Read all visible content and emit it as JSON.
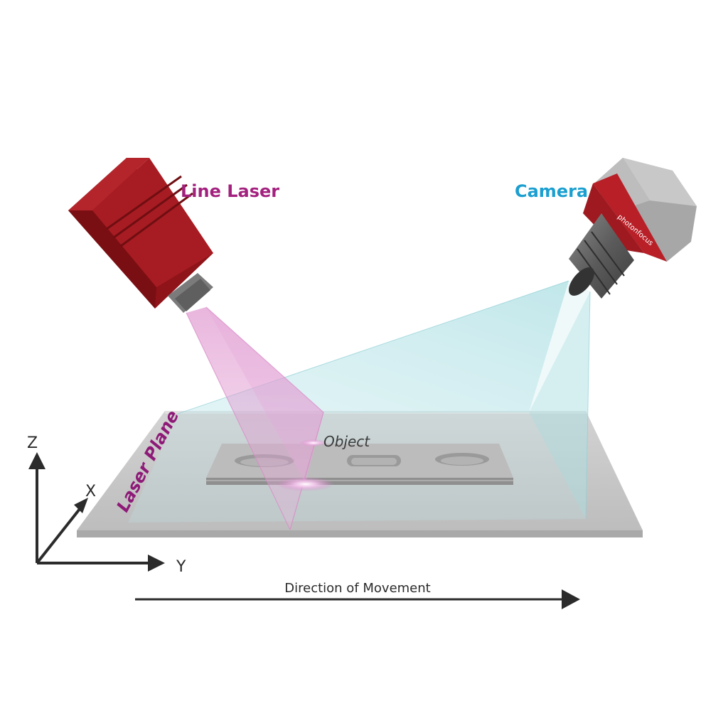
{
  "labels": {
    "line_laser": "Line Laser",
    "camera": "Camera",
    "laser_plane": "Laser Plane",
    "object": "Object",
    "direction": "Direction of Movement"
  },
  "axes": {
    "z": "Z",
    "x": "X",
    "y": "Y"
  },
  "camera_brand": "photonfocus",
  "colors": {
    "laser_label": "#a3217e",
    "camera_label": "#1b9fd0",
    "laser_body": "#a01820",
    "laser_beam": "#d77ac2",
    "camera_view": "#7fc8cf",
    "plate": "#c4c4c4",
    "text_dark": "#333333"
  }
}
